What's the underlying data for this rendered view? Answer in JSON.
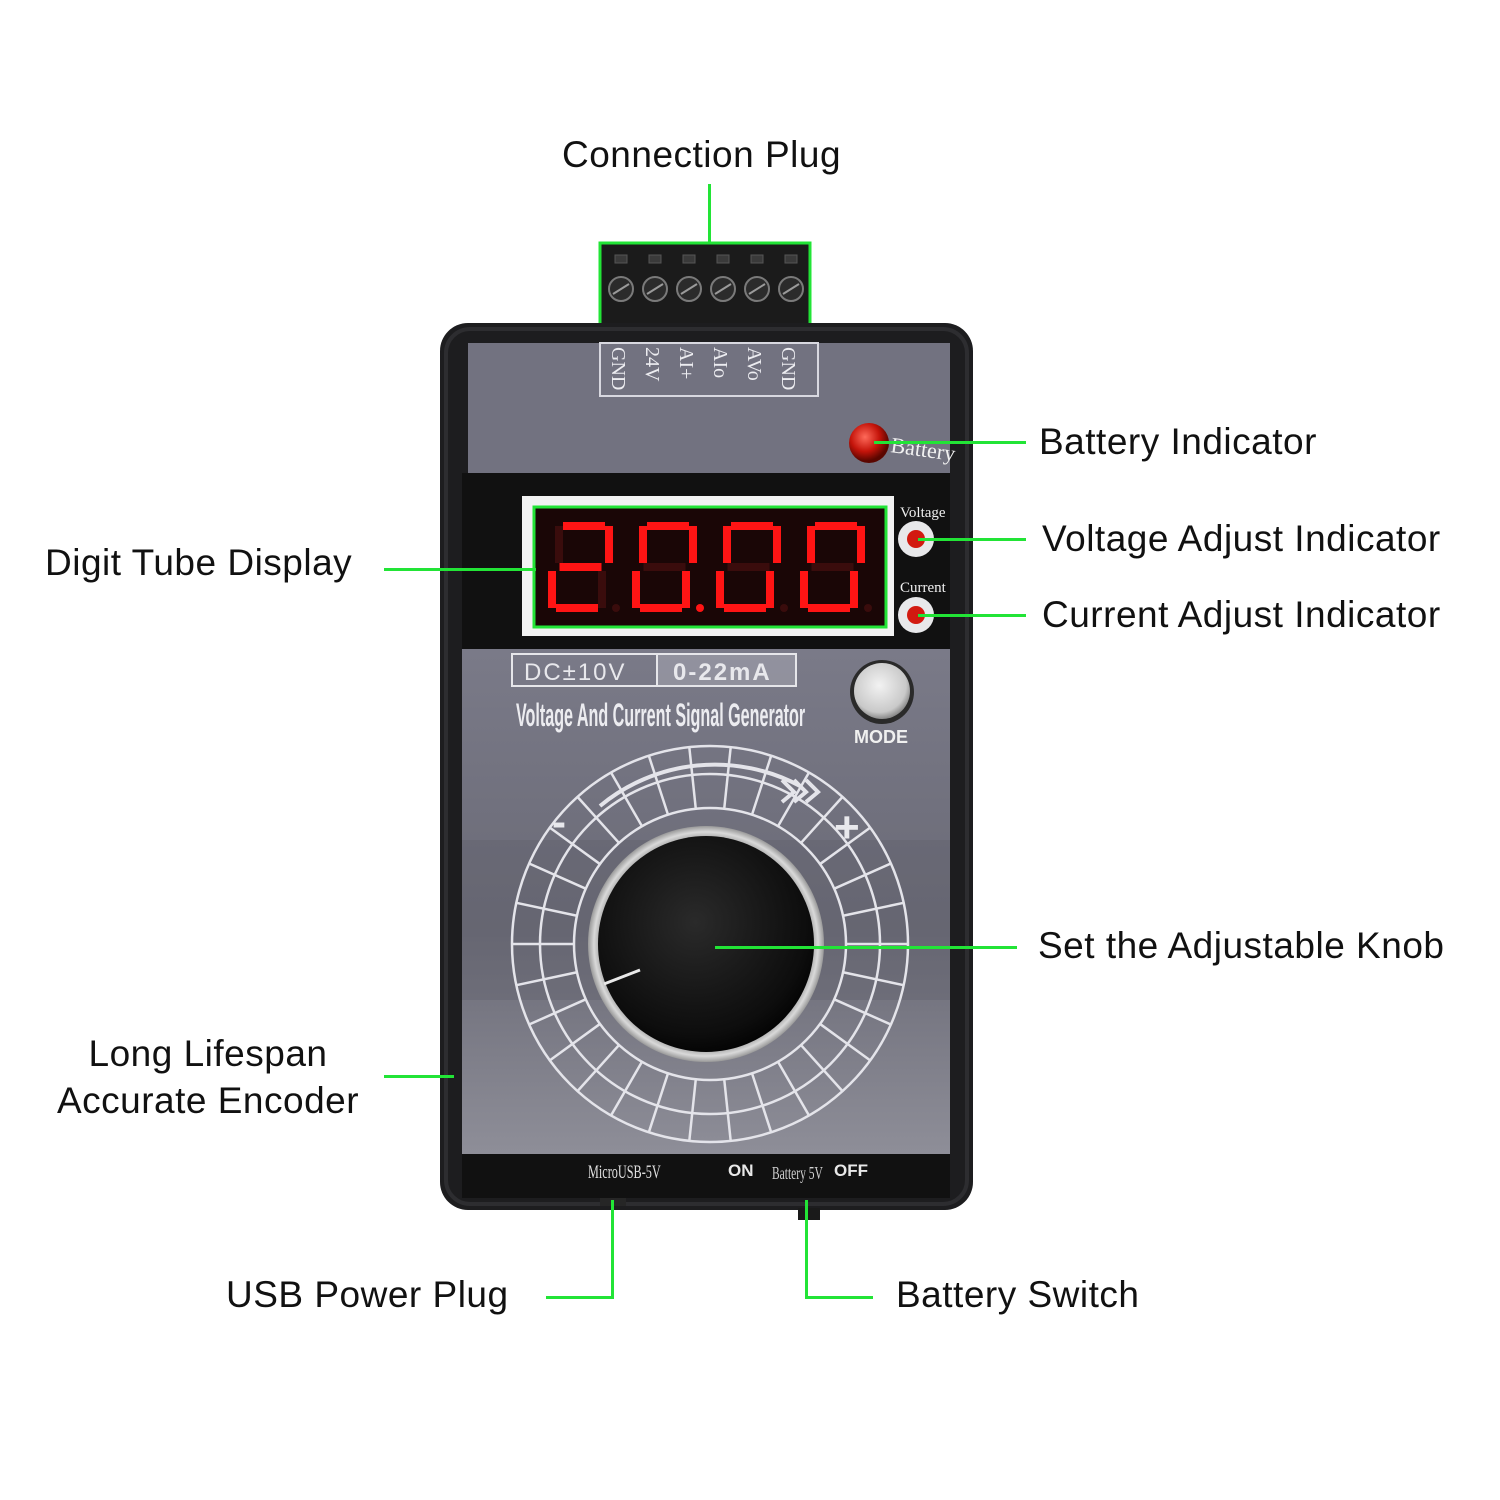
{
  "callouts": {
    "connection_plug": "Connection Plug",
    "battery_indicator": "Battery Indicator",
    "digit_tube_display": "Digit Tube Display",
    "voltage_adjust_indicator": "Voltage Adjust Indicator",
    "current_adjust_indicator": "Current Adjust Indicator",
    "adjustable_knob": "Set the Adjustable Knob",
    "encoder_line1": "Long Lifespan",
    "encoder_line2": "Accurate Encoder",
    "usb_power_plug": "USB Power Plug",
    "battery_switch": "Battery Switch"
  },
  "device": {
    "pins": [
      "GND",
      "24V",
      "AI+",
      "AIo",
      "AVo",
      "GND"
    ],
    "battery_led_text": "Battery",
    "display_value": "20.00",
    "voltage_led_text": "Voltage",
    "current_led_text": "Current",
    "range_voltage": "DC±10V",
    "range_current": "0-22mA",
    "product_name": "Voltage And Current Signal Generator",
    "mode_label": "MODE",
    "minus_sign": "-",
    "plus_sign": "+",
    "usb_label": "MicroUSB-5V",
    "switch_on": "ON",
    "switch_battery": "Battery 5V",
    "switch_off": "OFF"
  },
  "colors": {
    "lead_line": "#22e436",
    "panel": "#6e6e7a",
    "led_digits": "#ff1414",
    "case": "#1d1d1f"
  }
}
